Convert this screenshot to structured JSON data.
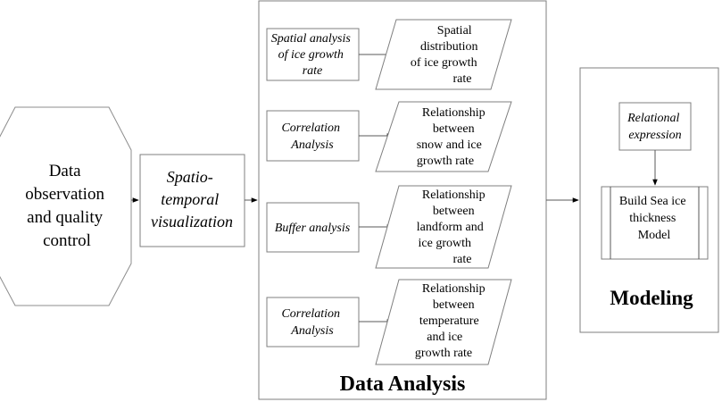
{
  "diagram": {
    "start": {
      "lines": [
        "Data",
        "observation",
        "and quality",
        "control"
      ]
    },
    "visualization": {
      "lines": [
        "Spatio-",
        "temporal",
        "visualization"
      ]
    },
    "analysis_panel": {
      "title": "Data Analysis",
      "methods": [
        {
          "lines": [
            "Spatial analysis",
            "of ice growth",
            "rate"
          ]
        },
        {
          "lines": [
            "Correlation",
            "Analysis"
          ]
        },
        {
          "lines": [
            "Buffer analysis"
          ]
        },
        {
          "lines": [
            "Correlation",
            "Analysis"
          ]
        }
      ],
      "results": [
        {
          "lines": [
            "Spatial",
            "distribution",
            "of ice growth",
            "rate"
          ]
        },
        {
          "lines": [
            "Relationship",
            "between",
            "snow and ice",
            "growth rate"
          ]
        },
        {
          "lines": [
            "Relationship",
            "between",
            "landform and",
            "ice growth",
            "rate"
          ]
        },
        {
          "lines": [
            "Relationship",
            "between",
            "temperature",
            "and ice",
            "growth rate"
          ]
        }
      ]
    },
    "modeling_panel": {
      "title": "Modeling",
      "relational": {
        "lines": [
          "Relational",
          "expression"
        ]
      },
      "model": {
        "lines": [
          "Build Sea ice",
          "thickness",
          "Model"
        ]
      }
    }
  }
}
